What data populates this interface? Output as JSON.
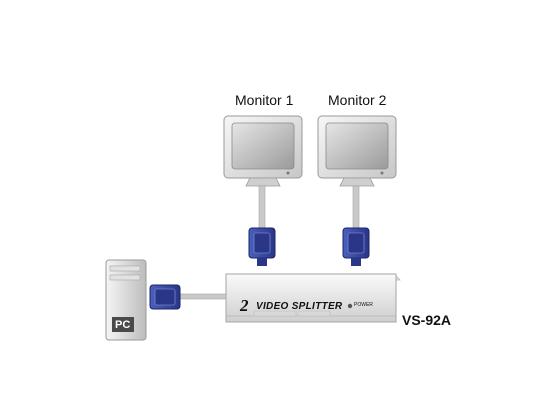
{
  "monitors": [
    {
      "label": "Monitor 1"
    },
    {
      "label": "Monitor 2"
    }
  ],
  "pc": {
    "label": "PC"
  },
  "splitter": {
    "model": "VS-92A",
    "brand_number": "2",
    "brand_text": "VIDEO SPLITTER",
    "power_label": "POWER"
  },
  "colors": {
    "connector": "#3b4ea6",
    "connector_dark": "#22307a",
    "cable": "#c9c9c9",
    "device_light": "#f2f2f2",
    "device_shadow": "#bdbdbd"
  }
}
